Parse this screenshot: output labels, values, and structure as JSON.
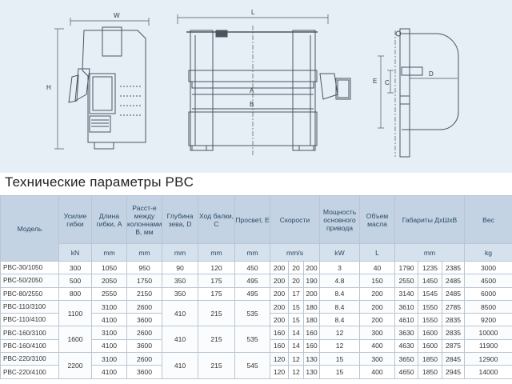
{
  "drawing": {
    "dim_W": "W",
    "dim_H": "H",
    "dim_L": "L",
    "dim_A": "A",
    "dim_B": "B",
    "dim_C": "C",
    "dim_D": "D",
    "dim_E": "E"
  },
  "title": "Технические параметры PBC",
  "headers": {
    "model": "Модель",
    "force": "Усилие гибки",
    "length": "Длина гибки, A",
    "between": "Расст-е между колоннами B, мм",
    "throat": "Глубина зева, D",
    "stroke": "Ход балки, C",
    "daylight": "Просвет, E",
    "speeds": "Скорости",
    "power": "Мощность основного привода",
    "oil": "Объем масла",
    "dims": "Габариты ДхШхВ",
    "weight": "Вес"
  },
  "units": {
    "force": "kN",
    "length": "mm",
    "between": "mm",
    "throat": "mm",
    "stroke": "mm",
    "daylight": "mm",
    "speeds": "mm/s",
    "power": "kW",
    "oil": "L",
    "dims": "mm",
    "weight": "kg"
  },
  "rows": [
    {
      "model": "PBC-30/1050",
      "force": "300",
      "length": "1050",
      "between": "950",
      "throat": "90",
      "stroke": "120",
      "daylight": "450",
      "s1": "200",
      "s2": "20",
      "s3": "200",
      "power": "3",
      "oil": "40",
      "d1": "1790",
      "d2": "1235",
      "d3": "2385",
      "weight": "3000"
    },
    {
      "model": "PBC-50/2050",
      "force": "500",
      "length": "2050",
      "between": "1750",
      "throat": "350",
      "stroke": "175",
      "daylight": "495",
      "s1": "200",
      "s2": "20",
      "s3": "190",
      "power": "4.8",
      "oil": "150",
      "d1": "2550",
      "d2": "1450",
      "d3": "2485",
      "weight": "4500"
    },
    {
      "model": "PBC-80/2550",
      "force": "800",
      "length": "2550",
      "between": "2150",
      "throat": "350",
      "stroke": "175",
      "daylight": "495",
      "s1": "200",
      "s2": "17",
      "s3": "200",
      "power": "8.4",
      "oil": "200",
      "d1": "3140",
      "d2": "1545",
      "d3": "2485",
      "weight": "6000"
    },
    {
      "model": "PBC-110/3100",
      "length": "3100",
      "between": "2600",
      "s1": "200",
      "s2": "15",
      "s3": "180",
      "power": "8.4",
      "oil": "200",
      "d1": "3610",
      "d2": "1550",
      "d3": "2785",
      "weight": "8500"
    },
    {
      "model": "PBC-110/4100",
      "length": "4100",
      "between": "3600",
      "s1": "200",
      "s2": "15",
      "s3": "180",
      "power": "8.4",
      "oil": "200",
      "d1": "4610",
      "d2": "1550",
      "d3": "2835",
      "weight": "9200"
    },
    {
      "model": "PBC-160/3100",
      "length": "3100",
      "between": "2600",
      "s1": "160",
      "s2": "14",
      "s3": "160",
      "power": "12",
      "oil": "300",
      "d1": "3630",
      "d2": "1600",
      "d3": "2835",
      "weight": "10000"
    },
    {
      "model": "PBC-160/4100",
      "length": "4100",
      "between": "3600",
      "s1": "160",
      "s2": "14",
      "s3": "160",
      "power": "12",
      "oil": "400",
      "d1": "4630",
      "d2": "1600",
      "d3": "2875",
      "weight": "11900"
    },
    {
      "model": "PBC-220/3100",
      "length": "3100",
      "between": "2600",
      "s1": "120",
      "s2": "12",
      "s3": "130",
      "power": "15",
      "oil": "300",
      "d1": "3650",
      "d2": "1850",
      "d3": "2845",
      "weight": "12900"
    },
    {
      "model": "PBC-220/4100",
      "length": "4100",
      "between": "3600",
      "s1": "120",
      "s2": "12",
      "s3": "130",
      "power": "15",
      "oil": "400",
      "d1": "4650",
      "d2": "1850",
      "d3": "2945",
      "weight": "14000"
    }
  ],
  "groups": [
    {
      "force": "1100",
      "throat": "410",
      "stroke": "215",
      "daylight": "535"
    },
    {
      "force": "1600",
      "throat": "410",
      "stroke": "215",
      "daylight": "535"
    },
    {
      "force": "2200",
      "throat": "410",
      "stroke": "215",
      "daylight": "545"
    }
  ]
}
